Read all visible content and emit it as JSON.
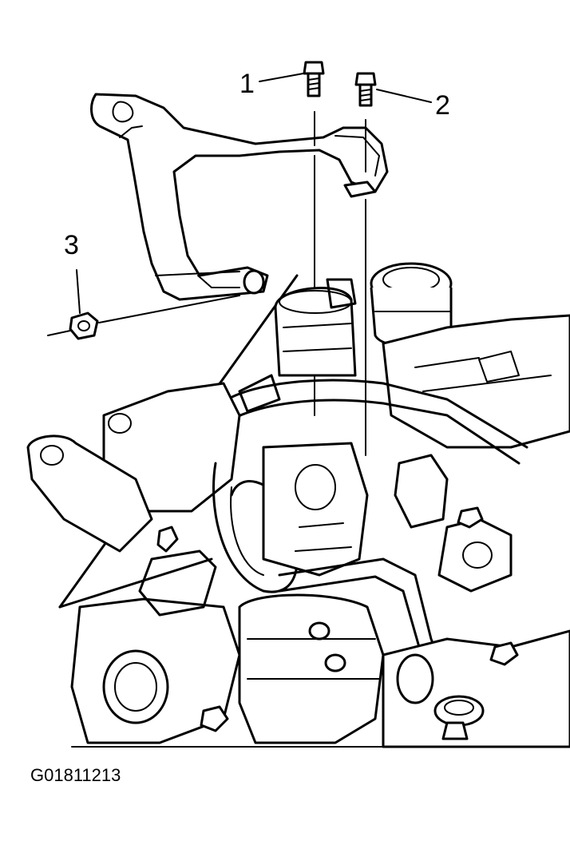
{
  "callouts": {
    "one": "1",
    "two": "2",
    "three": "3"
  },
  "figure_id": "G01811213"
}
